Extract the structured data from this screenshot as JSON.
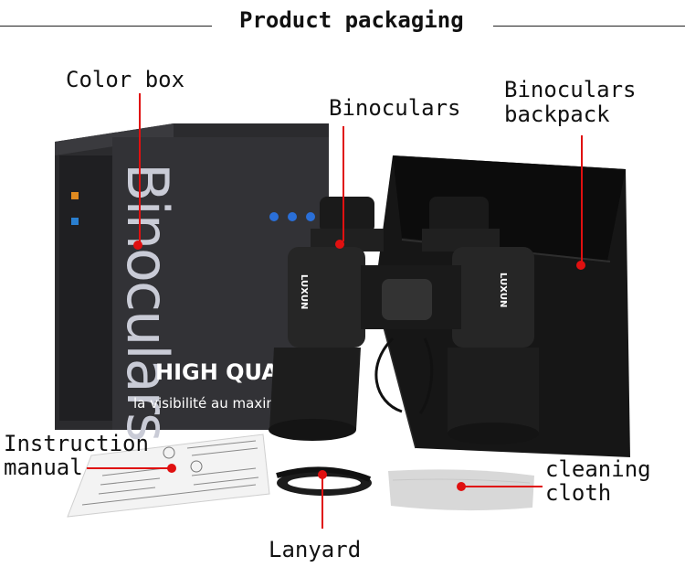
{
  "header": {
    "title": "Product packaging"
  },
  "labels": {
    "color_box": "Color box",
    "binoculars": "Binoculars",
    "backpack_line1": "Binoculars",
    "backpack_line2": "backpack",
    "manual_line1": "Instruction",
    "manual_line2": "manual",
    "cloth_line1": "cleaning",
    "cloth_line2": "cloth",
    "lanyard": "Lanyard"
  },
  "box": {
    "vertical_text": "Binoculars",
    "tagline": "HIGH QUALITY",
    "subtext": "la visibilité au maximum"
  },
  "device": {
    "brand": "LUXUN"
  },
  "colors": {
    "accent": "#e01010",
    "box_dark": "#2b2b2e",
    "bag": "#111111"
  }
}
